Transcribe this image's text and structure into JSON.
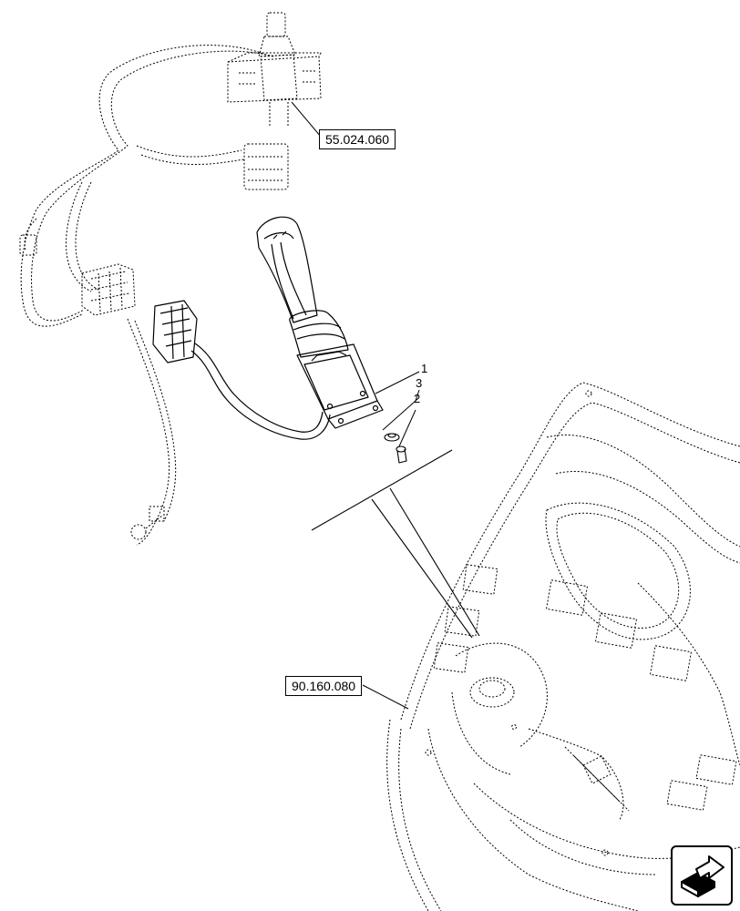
{
  "references": {
    "top_ref": "55.024.060",
    "bottom_ref": "90.160.080"
  },
  "callouts": {
    "item_1": "1",
    "item_2": "2",
    "item_3": "3"
  },
  "navigation": {
    "icon": "arrow-next-icon"
  }
}
